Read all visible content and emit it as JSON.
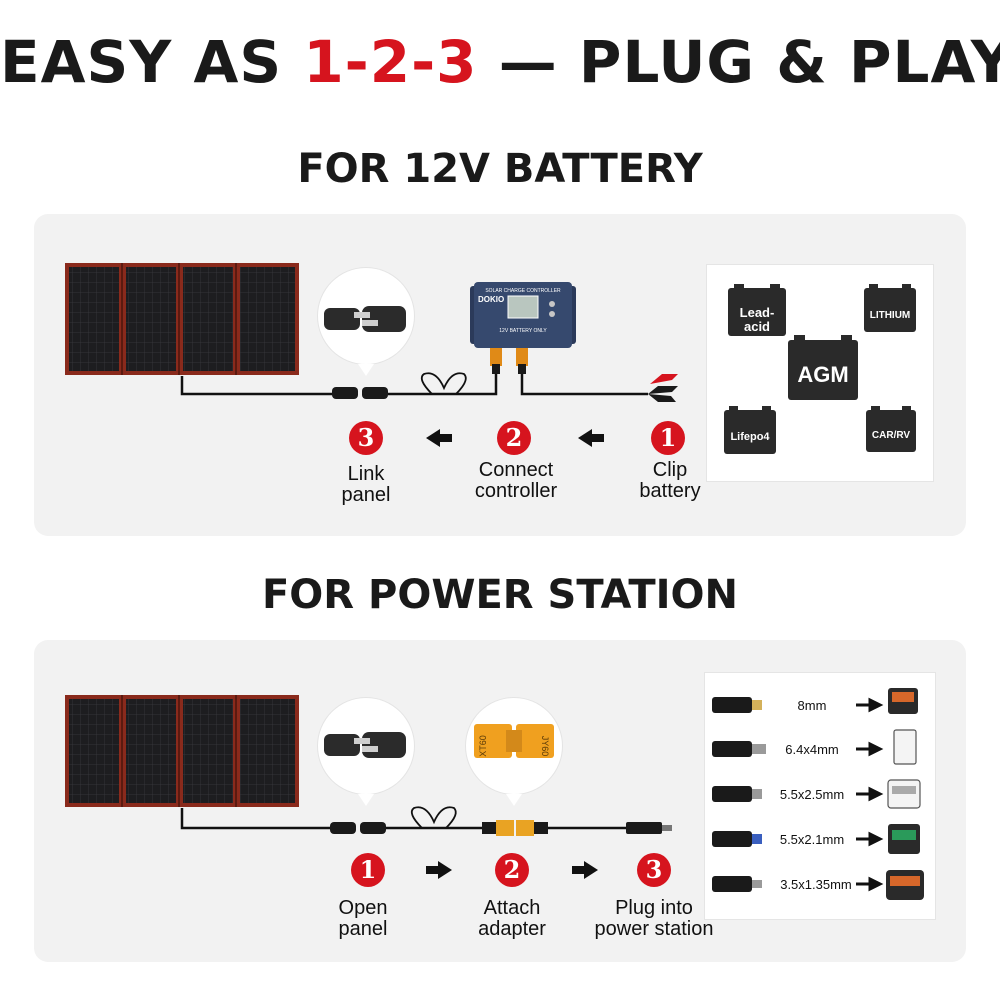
{
  "headline": {
    "prefix": "EASY AS ",
    "highlight": "1-2-3",
    "suffix": " — PLUG & PLAY"
  },
  "colors": {
    "accent_red": "#d6141e",
    "panel_bg": "#f2f2f2",
    "text": "#1a1a1a",
    "solar_frame": "#8a2a1c"
  },
  "battery_section": {
    "title": "FOR 12V BATTERY",
    "steps": [
      {
        "number": "3",
        "line1": "Link",
        "line2": "panel"
      },
      {
        "number": "2",
        "line1": "Connect",
        "line2": "controller"
      },
      {
        "number": "1",
        "line1": "Clip",
        "line2": "battery"
      }
    ],
    "controller": {
      "brand": "DOKIO",
      "title": "SOLAR CHARGE CONTROLLER",
      "label": "12V BATTERY ONLY"
    },
    "battery_types": {
      "lead_acid_1": "Lead-",
      "lead_acid_2": "acid",
      "lithium": "LITHIUM",
      "agm": "AGM",
      "lifepo4": "Lifepo4",
      "car_rv": "CAR/RV"
    }
  },
  "station_section": {
    "title": "FOR POWER STATION",
    "steps": [
      {
        "number": "1",
        "line1": "Open",
        "line2": "panel"
      },
      {
        "number": "2",
        "line1": "Attach",
        "line2": "adapter"
      },
      {
        "number": "3",
        "line1": "Plug into",
        "line2": "power station"
      }
    ],
    "adapter": {
      "left": "XT60",
      "right": "JY60"
    },
    "plugs": [
      "8mm",
      "6.4x4mm",
      "5.5x2.5mm",
      "5.5x2.1mm",
      "3.5x1.35mm"
    ]
  }
}
